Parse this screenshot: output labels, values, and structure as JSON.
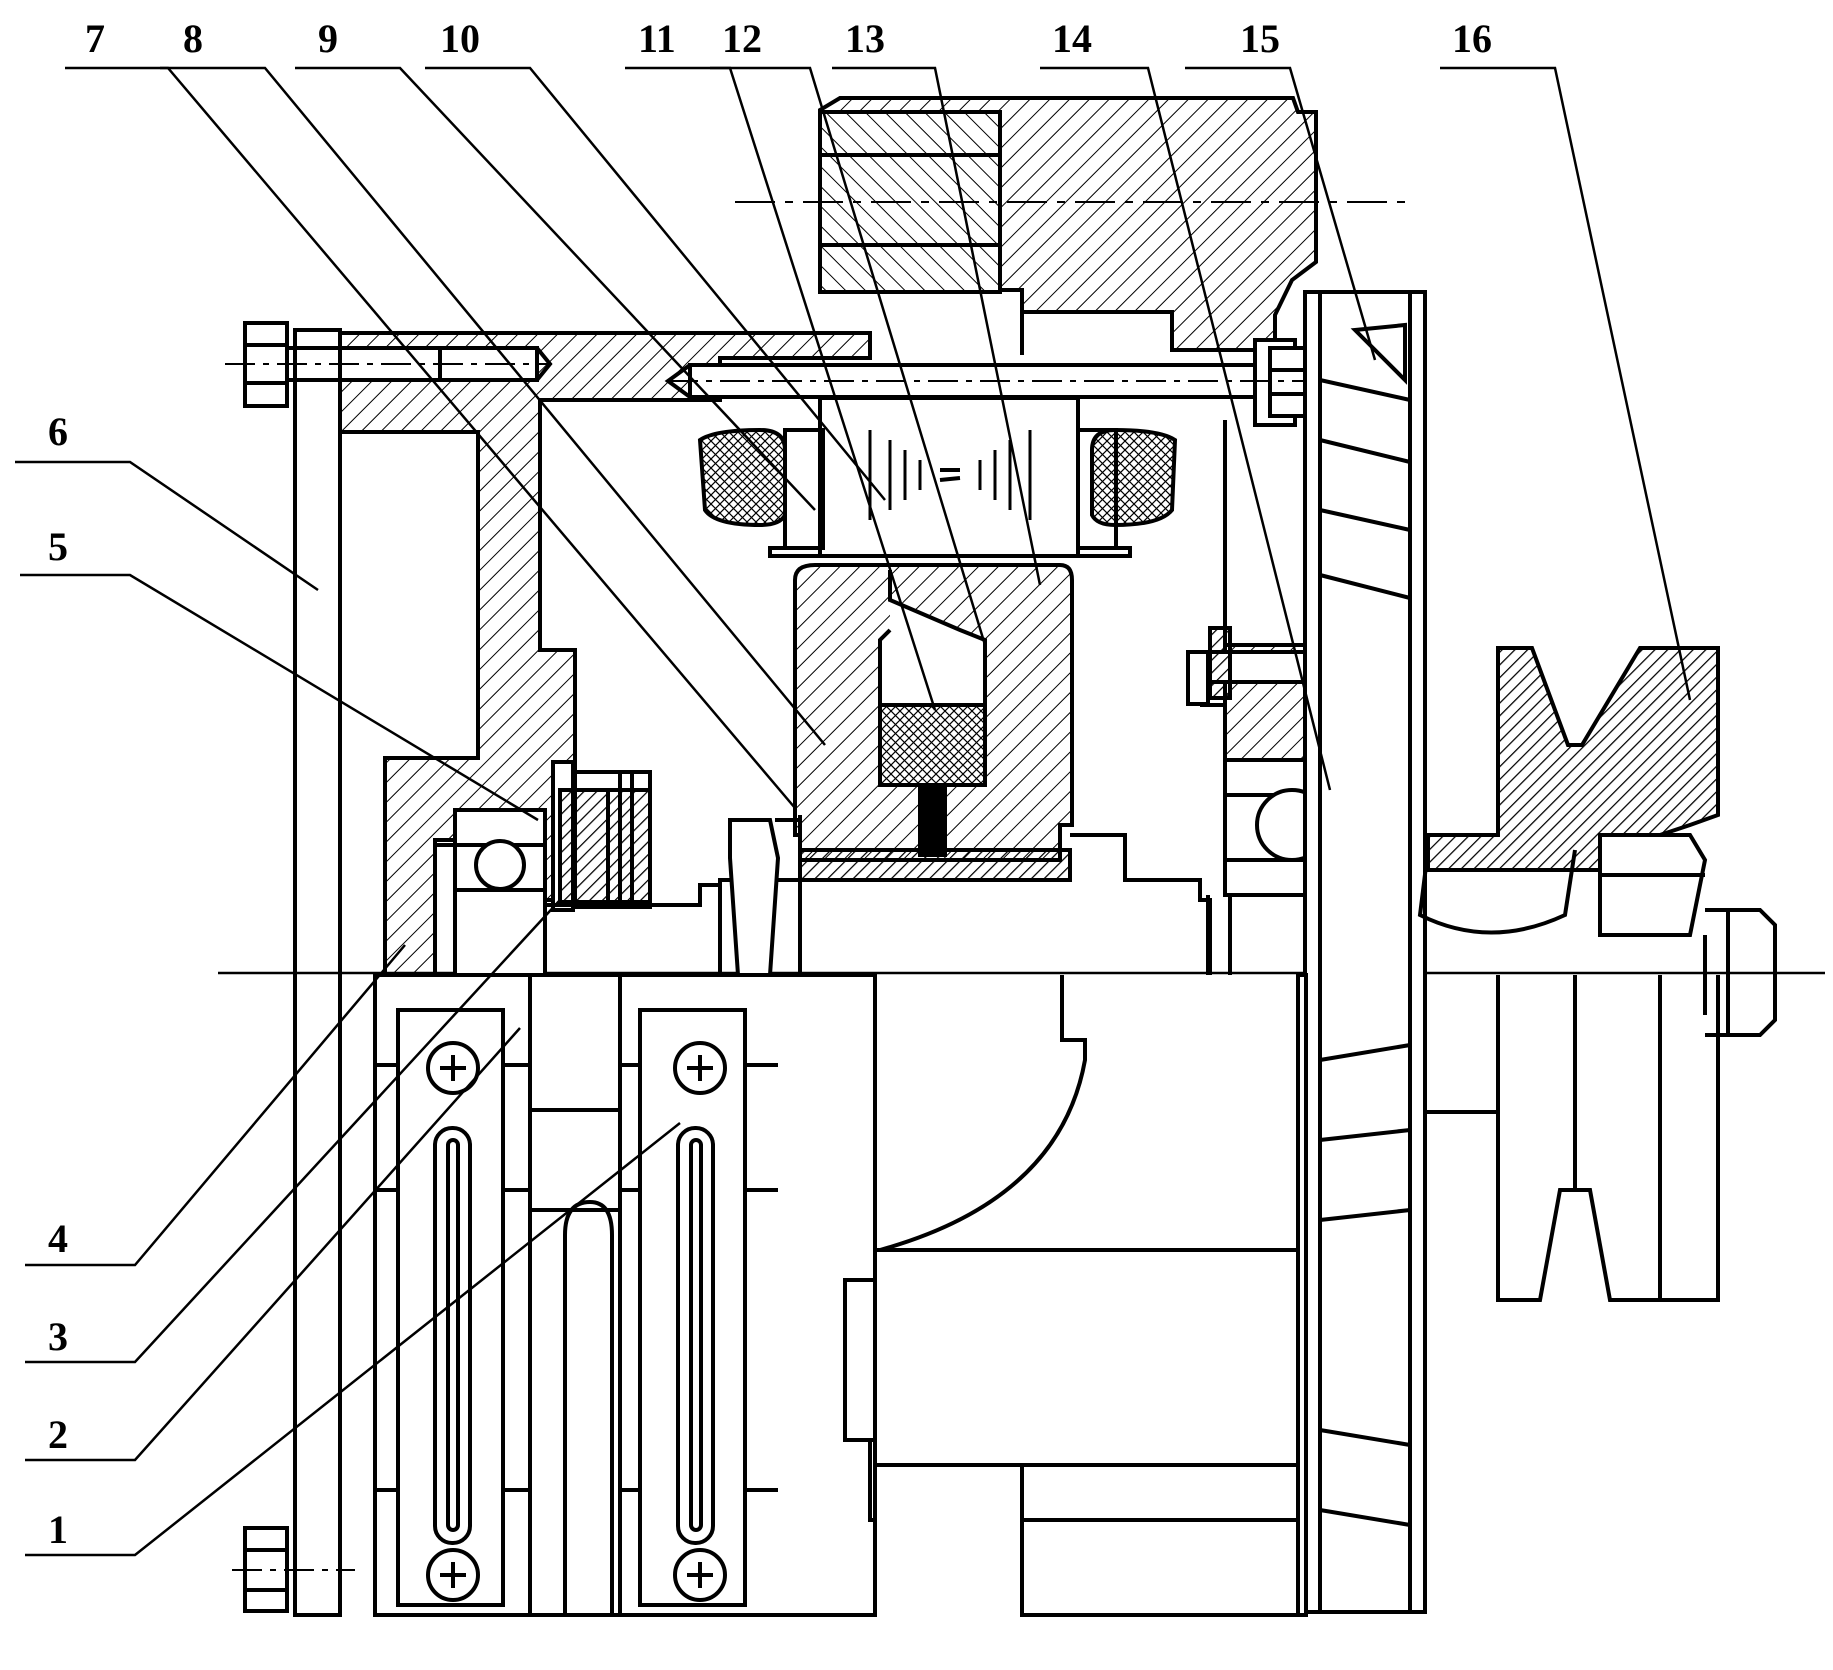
{
  "diagram": {
    "kind": "cross-section drawing of an alternator assembly",
    "colors": {
      "stroke": "#000000",
      "background": "#ffffff"
    },
    "labels": {
      "p1": "1",
      "p2": "2",
      "p3": "3",
      "p4": "4",
      "p5": "5",
      "p6": "6",
      "p7": "7",
      "p8": "8",
      "p9": "9",
      "p10": "10",
      "p11": "11",
      "p12": "12",
      "p13": "13",
      "p14": "14",
      "p15": "15",
      "p16": "16"
    }
  }
}
